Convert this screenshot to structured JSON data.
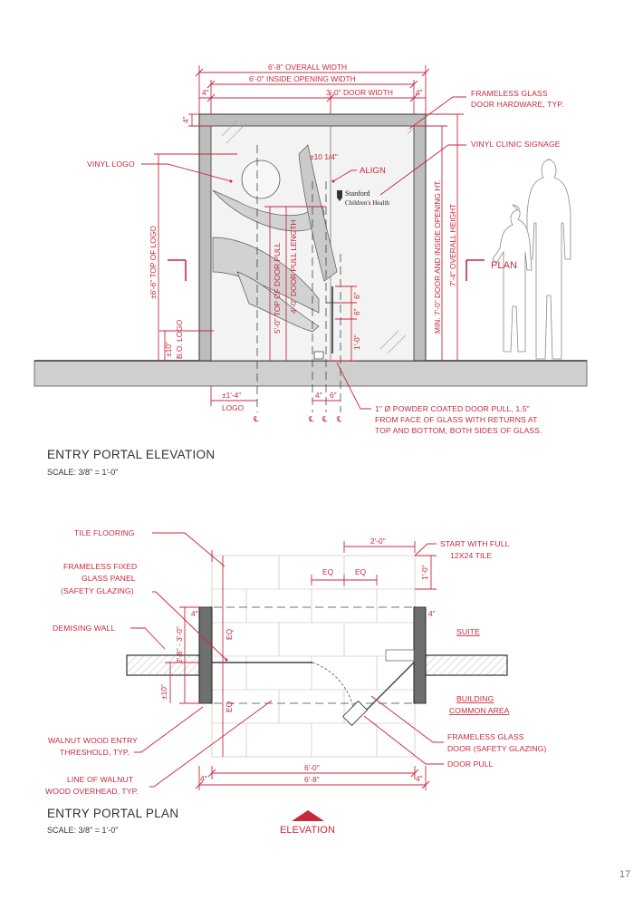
{
  "elevation": {
    "title": "ENTRY PORTAL ELEVATION",
    "scale": "SCALE: 3/8\" = 1'-0\"",
    "dims": {
      "overall_width": "6'-8\" OVERALL WIDTH",
      "inside_opening_width": "6'-0\" INSIDE OPENING WIDTH",
      "door_width": "3'-0\" DOOR WIDTH",
      "four_a": "4\"",
      "four_b": "4\"",
      "four_c": "4\"",
      "top_of_logo": "±6'-6\" TOP OF LOGO",
      "top_of_door_pull": "5'-0\" TOP OF DOOR PULL",
      "door_pull_length": "4'-0\" DOOR PULL LENGTH",
      "plus_ten": "±10\"",
      "bo_logo": "B.O. LOGO",
      "align_offset": "±10 1/4\"",
      "six_a": "6\"",
      "six_b": "6\"",
      "one_ft": "1'-0\"",
      "opening_height": "MIN. 7'-0\" DOOR AND INSIDE OPENING HT.",
      "overall_height": "7'-4\" OVERALL HEIGHT",
      "logo_offset": "±1'-4\"",
      "logo": "LOGO",
      "four_d": "4\"",
      "six_c": "6\"",
      "cl_a": "℄",
      "cl_b": "℄",
      "cl_c": "℄",
      "cl_d": "℄"
    },
    "labels": {
      "frameless_hardware_1": "FRAMELESS GLASS",
      "frameless_hardware_2": "DOOR HARDWARE, TYP.",
      "vinyl_signage": "VINYL CLINIC SIGNAGE",
      "vinyl_logo": "VINYL LOGO",
      "align": "ALIGN",
      "plan": "PLAN",
      "door_pull_1": "1\" Ø POWDER COATED DOOR PULL, 1.5\"",
      "door_pull_2": "FROM FACE OF GLASS WITH RETURNS AT",
      "door_pull_3": "TOP AND BOTTOM, BOTH SIDES OF GLASS."
    },
    "signage": {
      "line1": "Stanford",
      "line2": "Children's Health"
    }
  },
  "plan": {
    "title": "ENTRY PORTAL PLAN",
    "scale": "SCALE: 3/8\" = 1'-0\"",
    "labels": {
      "tile_flooring": "TILE FLOORING",
      "fixed_panel_1": "FRAMELESS FIXED",
      "fixed_panel_2": "GLASS PANEL",
      "fixed_panel_3": "(SAFETY GLAZING)",
      "demising_wall": "DEMISING WALL",
      "threshold_1": "WALNUT WOOD ENTRY",
      "threshold_2": "THRESHOLD, TYP.",
      "overhead_1": "LINE OF WALNUT",
      "overhead_2": "WOOD OVERHEAD, TYP.",
      "start_tile_1": "START WITH FULL",
      "start_tile_2": "12X24 TILE",
      "suite": "SUITE",
      "building_1": "BUILDING",
      "building_2": "COMMON AREA",
      "glass_door_1": "FRAMELESS GLASS",
      "glass_door_2": "DOOR (SAFETY GLAZING)",
      "door_pull": "DOOR PULL",
      "elevation": "ELEVATION"
    },
    "dims": {
      "two_ft": "2'-0\"",
      "eq_a": "EQ",
      "eq_b": "EQ",
      "eq_c": "EQ",
      "eq_d": "EQ",
      "one_ft": "1'-0\"",
      "stack": "2'-8\" - 3'-0\"",
      "plus_ten": "±10\"",
      "six_ft": "6'-0\"",
      "six_eight": "6'-8\"",
      "four_a": "4\"",
      "four_b": "4\"",
      "four_c": "4\"",
      "four_d": "4\""
    }
  },
  "page_number": "17"
}
